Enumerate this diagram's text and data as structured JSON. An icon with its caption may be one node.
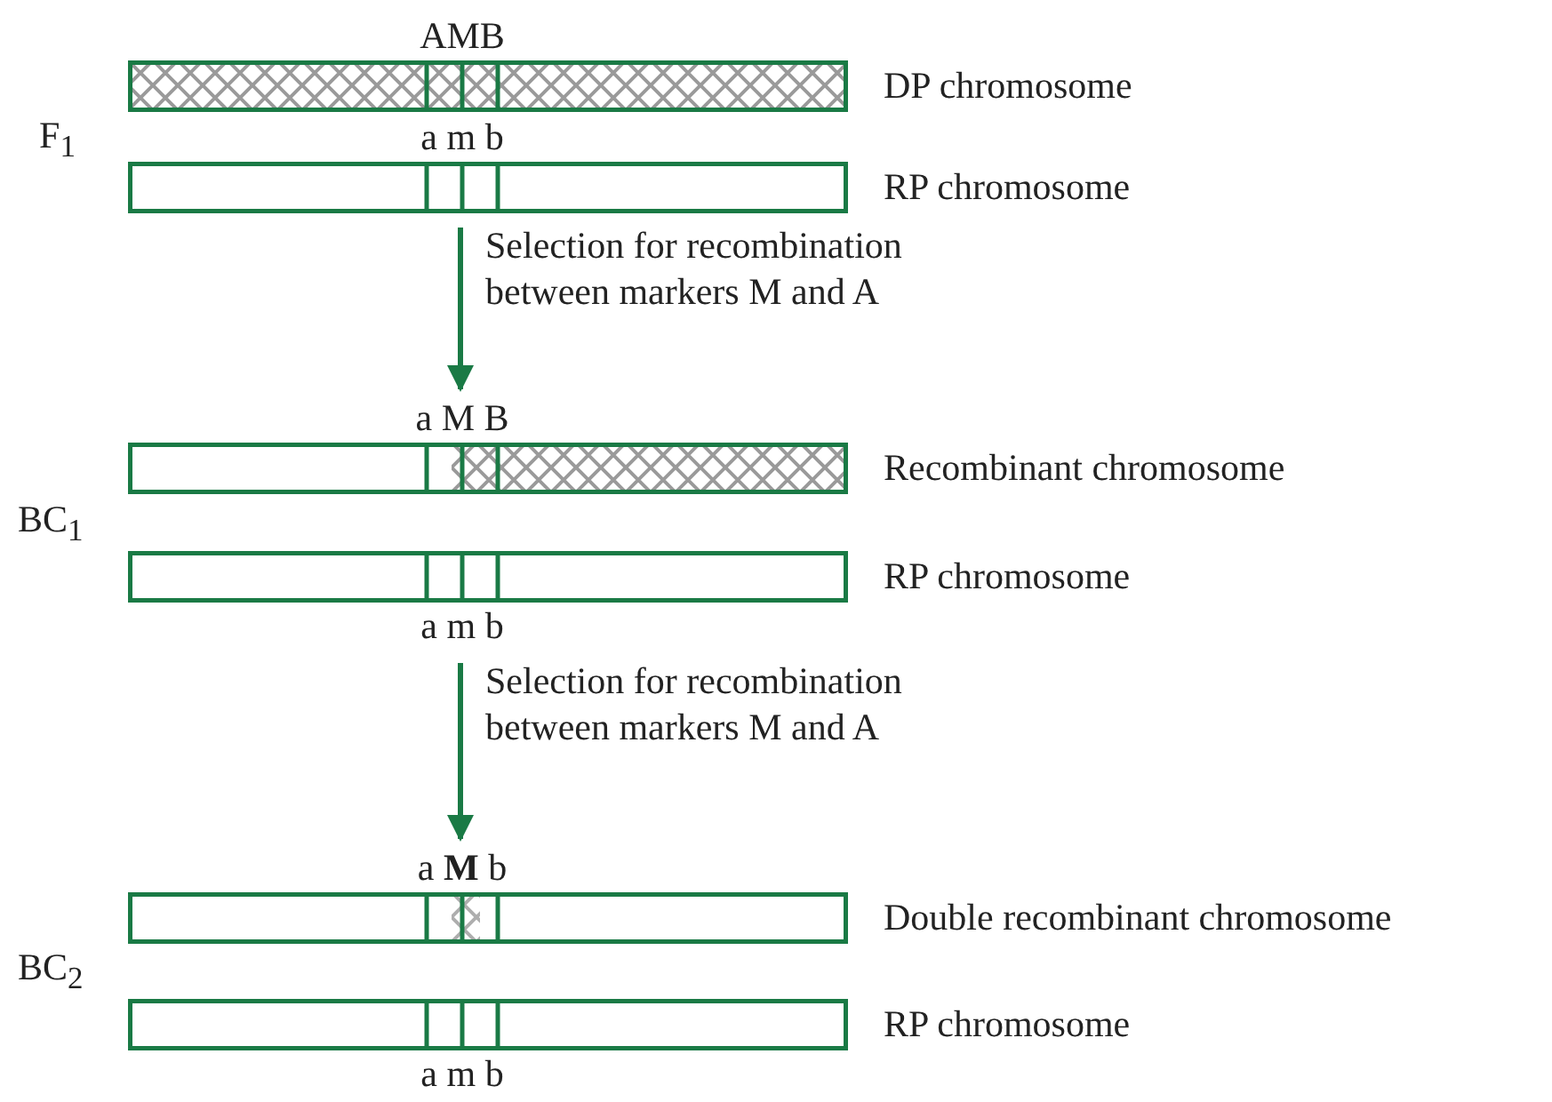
{
  "diagram": {
    "nodes": [
      {
        "text": [
          "AMB"
        ],
        "beside": [
          "DP chromosome"
        ]
      },
      {
        "text": [
          "a m b"
        ],
        "beside": [
          "RP chromosome"
        ]
      },
      {
        "text": [
          "a M B"
        ],
        "beside": [
          "Recombinant chromosome"
        ]
      },
      {
        "text": [
          "a m b"
        ],
        "beside": [
          "RP chromosome"
        ]
      },
      {
        "text": [
          "a **M** b"
        ],
        "beside": [
          "Double recombinant chromosome"
        ]
      },
      {
        "text": [
          "a m b"
        ],
        "beside": [
          "RP chromosome"
        ]
      }
    ],
    "edges": [
      {
        "from": 1,
        "to": 2,
        "arrow": "to",
        "label": "Selection for recombination between markers M and A"
      },
      {
        "from": 3,
        "to": 4,
        "arrow": "to",
        "label": "Selection for recombination between markers M and A"
      }
    ],
    "labels": [
      "F$_{1}$",
      "BC$_{1}$",
      "BC$_{2}$"
    ]
  }
}
